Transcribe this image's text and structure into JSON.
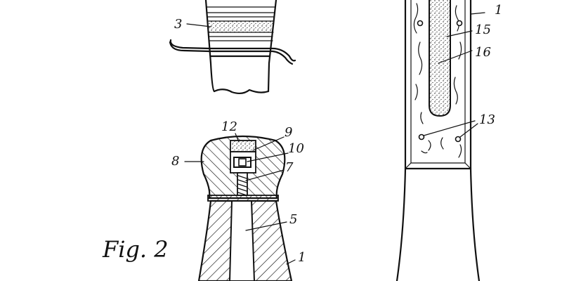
{
  "figure_label": "Fig. 2",
  "reference_numerals": {
    "n1_bottom": "1",
    "n3": "3",
    "n5": "5",
    "n7": "7",
    "n8": "8",
    "n9": "9",
    "n10": "10",
    "n12": "12",
    "n1_top_right": "1",
    "n15": "15",
    "n16": "16",
    "n13": "13"
  }
}
